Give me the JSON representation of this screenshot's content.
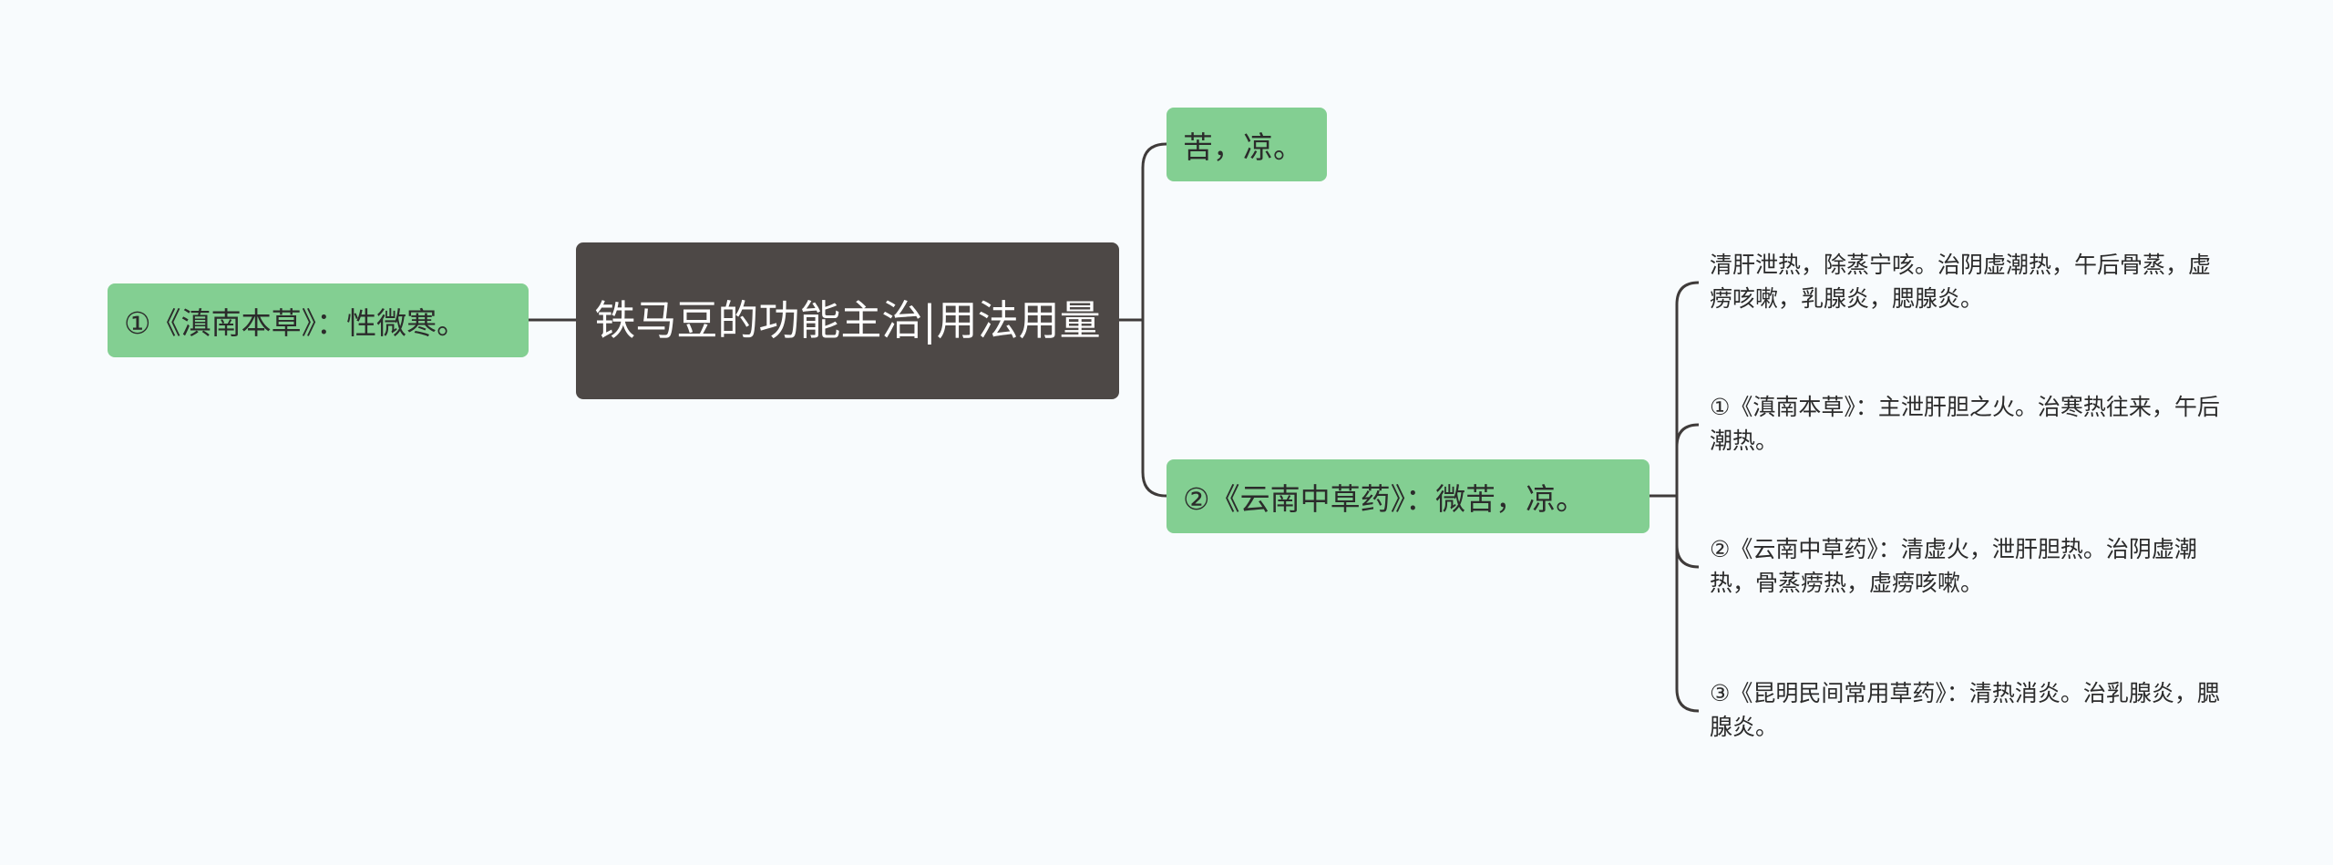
{
  "root": {
    "title": "铁马豆的功能主治|用法用量"
  },
  "left_branch": {
    "text": "①《滇南本草》：性微寒。"
  },
  "right_branches": [
    {
      "text": "苦，凉。"
    },
    {
      "text": "②《云南中草药》：微苦，凉。"
    }
  ],
  "leaves": [
    {
      "text": "清肝泄热，除蒸宁咳。治阴虚潮热，午后骨蒸，虚痨咳嗽，乳腺炎，腮腺炎。"
    },
    {
      "text": "①《滇南本草》：主泄肝胆之火。治寒热往来，午后潮热。"
    },
    {
      "text": "②《云南中草药》：清虚火，泄肝胆热。治阴虚潮热，骨蒸痨热，虚痨咳嗽。"
    },
    {
      "text": "③《昆明民间常用草药》：清热消炎。治乳腺炎，腮腺炎。"
    }
  ],
  "colors": {
    "root_bg": "#4d4846",
    "branch_bg": "#83cf92",
    "connector": "#3f3b3a",
    "background": "#f8fbfd"
  }
}
